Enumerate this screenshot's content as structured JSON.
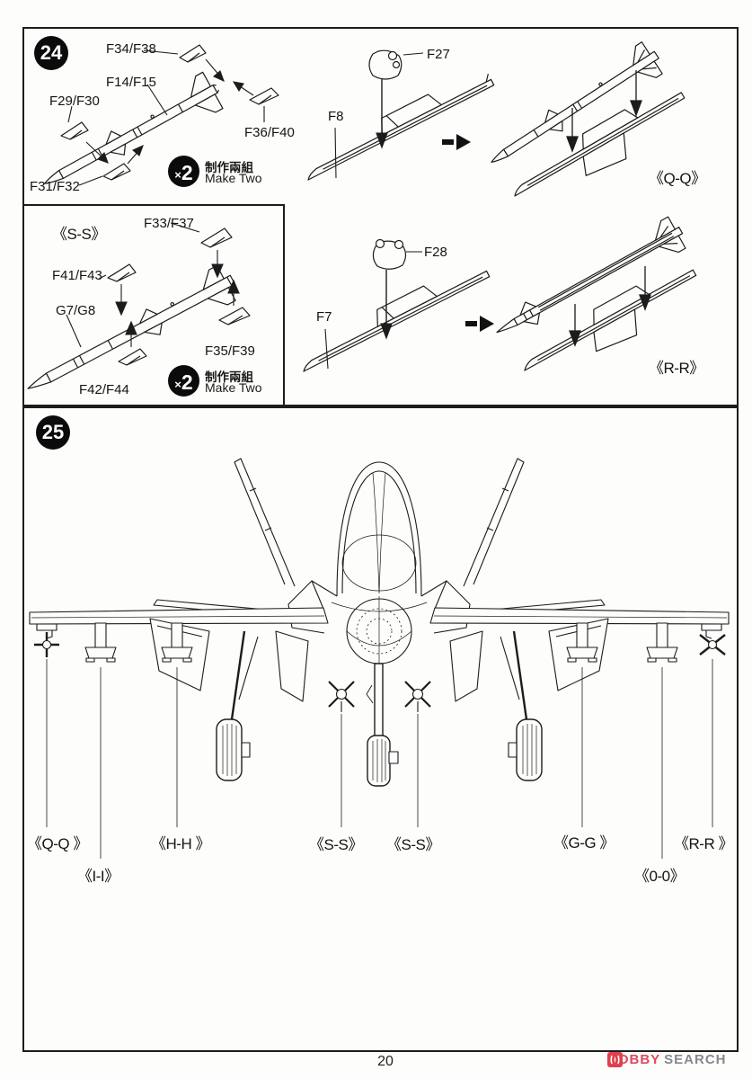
{
  "page": {
    "number": "20",
    "footer_brand_red": "HOBBY",
    "footer_brand_gray": "SEARCH"
  },
  "colors": {
    "line": "#1c1c1c",
    "badge_bg": "#0b0b0b",
    "logo_red": "#e04a5d",
    "logo_gray": "#85898d"
  },
  "step24": {
    "number": "24",
    "labels": {
      "f34f38": "F34/F38",
      "f14f15": "F14/F15",
      "f29f30": "F29/F30",
      "f36f40": "F36/F40",
      "f31f32": "F31/F32",
      "f8": "F8",
      "f27": "F27",
      "qq": "《Q-Q》",
      "f7": "F7",
      "f28": "F28",
      "rr": "《R-R》"
    },
    "make_two": {
      "times": "×",
      "count": "2",
      "zh": "制作兩組",
      "en": "Make Two"
    },
    "subbox": {
      "title": "《S-S》",
      "labels": {
        "f33f37": "F33/F37",
        "f41f43": "F41/F43",
        "g7g8": "G7/G8",
        "f35f39": "F35/F39",
        "f42f44": "F42/F44"
      },
      "make_two": {
        "times": "×",
        "count": "2",
        "zh": "制作兩組",
        "en": "Make Two"
      }
    }
  },
  "step25": {
    "number": "25",
    "callouts": {
      "qq": "《Q-Q 》",
      "ii": "《I-I》",
      "hh": "《H-H 》",
      "ss1": "《S-S》",
      "ss2": "《S-S》",
      "gg": "《G-G 》",
      "oo": "《0-0》",
      "rr": "《R-R 》"
    }
  }
}
